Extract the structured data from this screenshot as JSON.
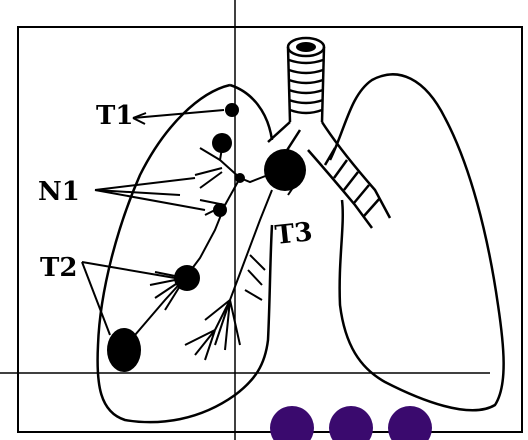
{
  "labels": {
    "t1": "T1",
    "n1": "N1",
    "t2": "T2",
    "t3": "T3"
  },
  "colors": {
    "ink": "#000000",
    "background": "#ffffff",
    "dot": "#3a0a6e"
  },
  "nav_dots": {
    "count": 3
  }
}
